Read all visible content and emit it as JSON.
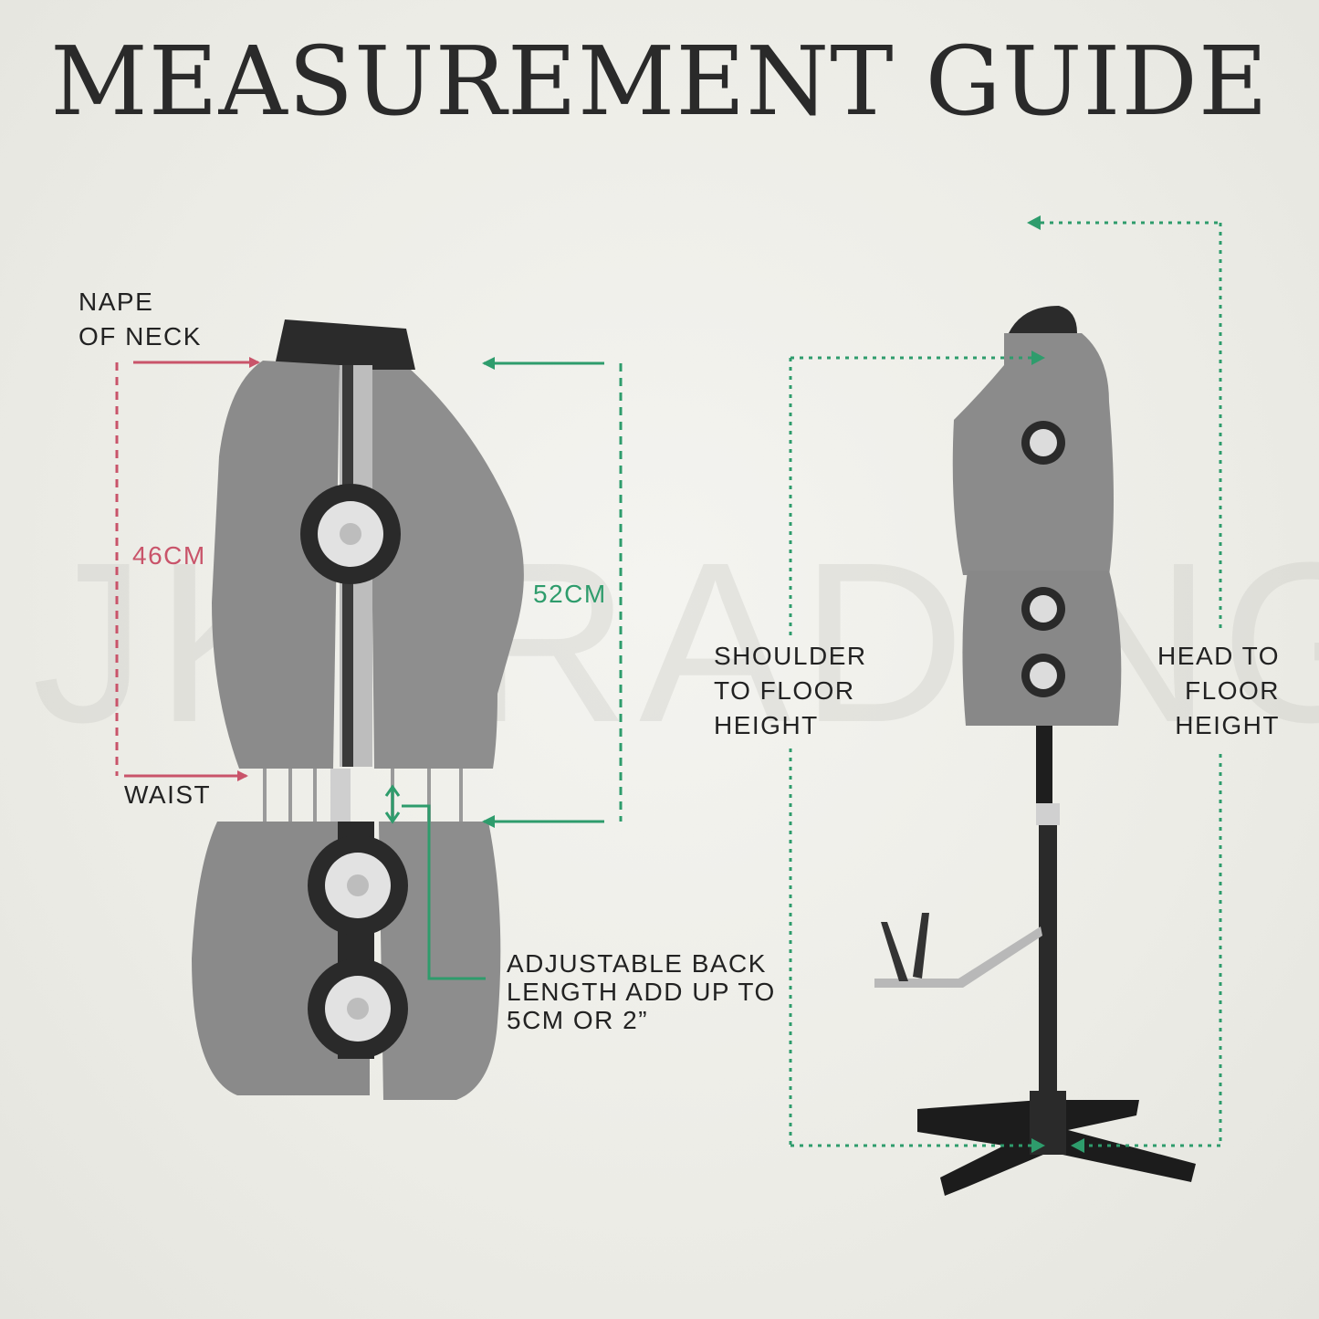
{
  "title": "MEASUREMENT GUIDE",
  "watermark": "JKTRADING",
  "labels": {
    "nape": [
      "NAPE",
      "OF NECK"
    ],
    "waist": "WAIST",
    "nape_to_waist": "46CM",
    "back_length": "52CM",
    "adjustable": [
      "ADJUSTABLE BACK",
      "LENGTH ADD UP TO",
      "5CM OR 2”"
    ],
    "shoulder": [
      "SHOULDER",
      "TO FLOOR",
      "HEIGHT"
    ],
    "head": [
      "HEAD TO",
      "FLOOR",
      "HEIGHT"
    ]
  },
  "colors": {
    "red": "#c9546a",
    "green": "#2e9c6c",
    "form_gray": "#8c8c8c",
    "stand_black": "#1c1c1c"
  }
}
